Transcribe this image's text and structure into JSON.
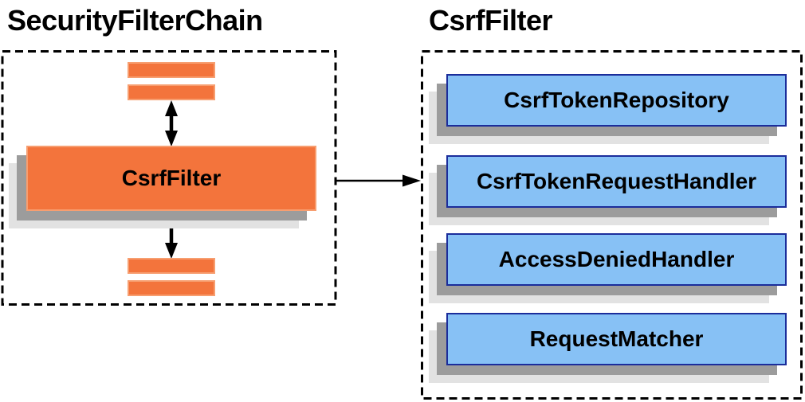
{
  "diagram": {
    "left_panel": {
      "title": "SecurityFilterChain",
      "filter_node_label": "CsrfFilter",
      "other_filters": [
        "filter-placeholder-bar",
        "filter-placeholder-bar",
        "filter-placeholder-bar",
        "filter-placeholder-bar"
      ]
    },
    "right_panel": {
      "title": "CsrfFilter",
      "components": [
        {
          "label": "CsrfTokenRepository"
        },
        {
          "label": "CsrfTokenRequestHandler"
        },
        {
          "label": "AccessDeniedHandler"
        },
        {
          "label": "RequestMatcher"
        }
      ]
    },
    "connectors": {
      "vertical_top": "double-arrow-vertical",
      "vertical_bottom": "double-arrow-vertical",
      "horizontal": "arrow-right"
    },
    "colors": {
      "orange_fill": "#f3743c",
      "orange_border": "#f79e70",
      "blue_fill": "#87c1f5",
      "blue_border": "#1b2d9b",
      "shadow_dark": "#9c9c9c",
      "shadow_light": "#e2e2e2",
      "line_black": "#000000",
      "background": "#ffffff"
    }
  }
}
